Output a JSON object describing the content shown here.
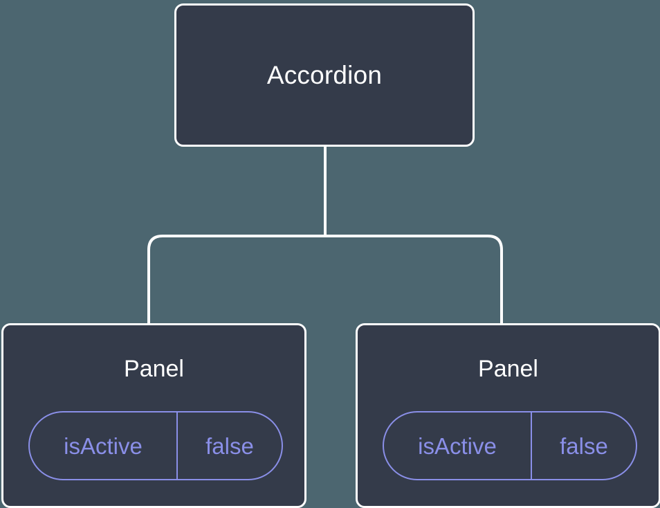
{
  "diagram": {
    "type": "component-tree",
    "background_color": "#4c6670",
    "node_fill_color": "#343b4a",
    "node_border_color": "#ffffff",
    "node_label_color": "#ffffff",
    "accent_color": "#8a8fe8",
    "connector_color": "#ffffff",
    "root": {
      "label": "Accordion"
    },
    "children": [
      {
        "label": "Panel",
        "state": {
          "key": "isActive",
          "value": "false"
        }
      },
      {
        "label": "Panel",
        "state": {
          "key": "isActive",
          "value": "false"
        }
      }
    ]
  }
}
